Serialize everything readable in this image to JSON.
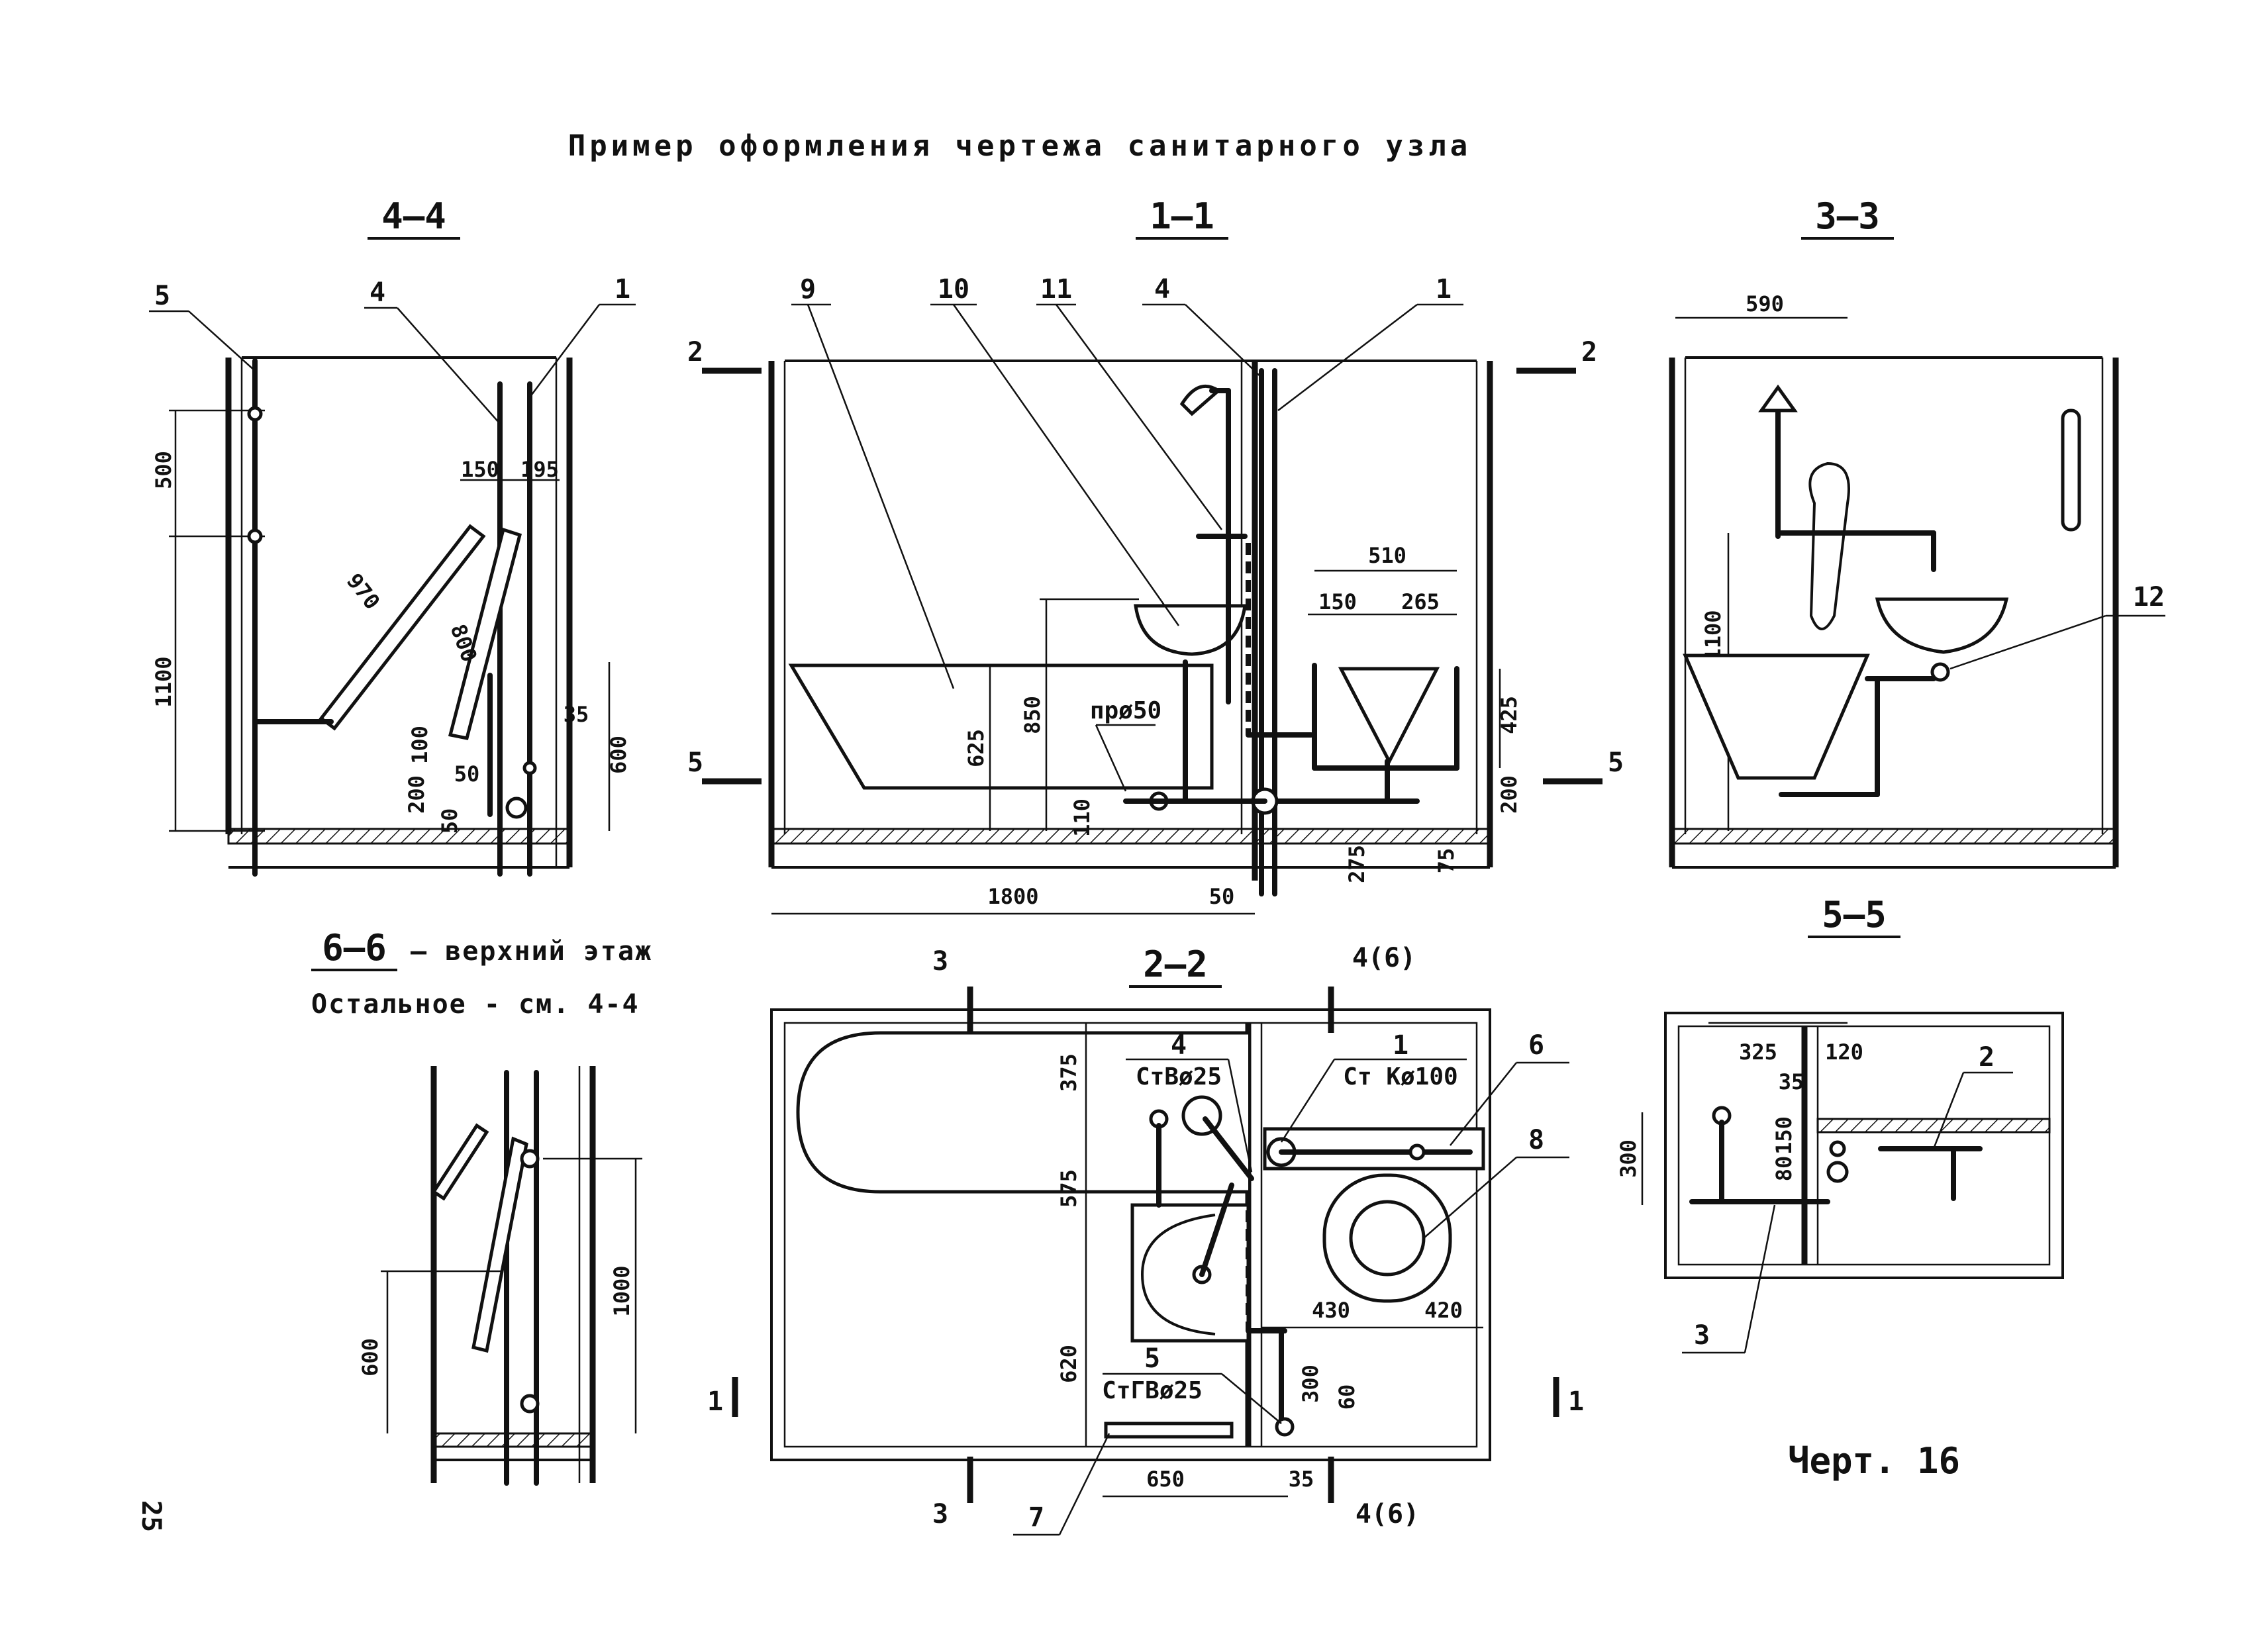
{
  "title": "Пример оформления чертежа санитарного узла",
  "sections": {
    "s44": "4–4",
    "s11": "1–1",
    "s33": "3–3",
    "s66": "6–6",
    "s66_note": "– верхний этаж",
    "s66_note2": "Остальное - см. 4-4",
    "s22": "2–2",
    "s55": "5–5"
  },
  "cut_marks": {
    "c2a": "2",
    "c2b": "2",
    "c5a": "5",
    "c5b": "5",
    "c3a": "3",
    "c3b": "3",
    "c46a": "4(6)",
    "c46b": "4(6)",
    "c1a": "1",
    "c1b": "1"
  },
  "callouts": {
    "s44_5": "5",
    "s44_4": "4",
    "s44_1": "1",
    "s11_9": "9",
    "s11_10": "10",
    "s11_11": "11",
    "s11_4": "4",
    "s11_1": "1",
    "s33_12": "12",
    "s22_4": "4",
    "s22_4_label": "СтВø25",
    "s22_1": "1",
    "s22_1_label": "Ст Kø100",
    "s22_6": "6",
    "s22_8": "8",
    "s22_5": "5",
    "s22_5_label": "СтГВø25",
    "s22_7": "7",
    "s55_2": "2",
    "s55_3": "3"
  },
  "dimensions": {
    "s44": [
      "500",
      "1100",
      "150",
      "195",
      "970",
      "800",
      "35",
      "600",
      "100",
      "50",
      "200",
      "50"
    ],
    "s11": [
      "510",
      "150",
      "265",
      "425",
      "625",
      "850",
      "прø50",
      "110",
      "200",
      "275",
      "75",
      "1800",
      "50"
    ],
    "s33": [
      "590",
      "1100"
    ],
    "s66": [
      "600",
      "1000"
    ],
    "s22": [
      "375",
      "575",
      "620",
      "430",
      "420",
      "300",
      "60",
      "650",
      "35"
    ],
    "s55": [
      "325",
      "120",
      "35",
      "150",
      "80",
      "300"
    ]
  },
  "footer": {
    "sheet_note": "Черт. 16",
    "page_number": "25"
  }
}
